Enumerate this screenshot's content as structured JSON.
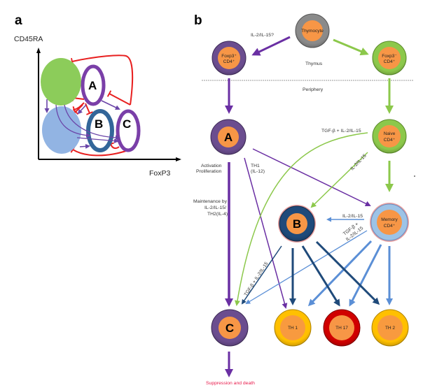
{
  "panel_a": {
    "label": "a",
    "y_axis_label": "CD45RA",
    "x_axis_label": "FoxP3",
    "populations": [
      {
        "id": "naive",
        "label": "",
        "fill": "#8ccc5a"
      },
      {
        "id": "memory",
        "label": "",
        "fill": "#92b4e3"
      },
      {
        "id": "A",
        "label": "A",
        "ring": "#7a3fa8"
      },
      {
        "id": "B",
        "label": "B",
        "ring": "#336699"
      },
      {
        "id": "C",
        "label": "C",
        "ring": "#7a3fa8"
      }
    ],
    "colors": {
      "inhibition": "#e82020",
      "conversion": "#6b45a8"
    }
  },
  "panel_b": {
    "label": "b",
    "compartments": {
      "upper": "Thymus",
      "lower": "Periphery"
    },
    "nodes": {
      "thymocyte": {
        "line1": "Thymocyte",
        "line2": ""
      },
      "foxp3_pos": {
        "line1": "Foxp3⁺",
        "line2": "CD4⁺"
      },
      "foxp3_neg": {
        "line1": "Foxp3⁻",
        "line2": "CD4⁺"
      },
      "A": {
        "label": "A"
      },
      "naive": {
        "line1": "Naive",
        "line2": "CD4⁺"
      },
      "B": {
        "label": "B"
      },
      "memory": {
        "line1": "Memory",
        "line2": "CD4⁺"
      },
      "C": {
        "label": "C"
      },
      "th1": {
        "label": "TH 1"
      },
      "th17": {
        "label": "TH 17"
      },
      "th2": {
        "label": "TH 2"
      }
    },
    "edge_labels": {
      "thymocyte_to_foxp3pos": "IL-2/IL-15?",
      "naive_to_c": "TGF-β + IL-2/IL-15",
      "naive_to_b": "IL-2/IL-15",
      "a_activation_1": "Activation",
      "a_activation_2": "Proliferation",
      "a_th1_1": "TH1",
      "a_th1_2": "(IL-12)",
      "maintenance_1": "Maintenance by",
      "maintenance_2": "IL-2/IL-15/",
      "maintenance_3": "TH2(IL-4)",
      "memory_to_b": "IL-2/IL-15",
      "memory_to_c_1": "TGF-β +",
      "memory_to_c_2": "IL-2/IL-15",
      "b_to_c": "TGF-β + IL-2/IL-15",
      "c_outcome": "Suppression and death"
    },
    "colors": {
      "purple": "#6a2fa3",
      "green": "#8cc84b",
      "dark_blue": "#1f4a7a",
      "light_blue": "#5b8fd6",
      "orange_core": "#f79646",
      "red_text": "#e8194a"
    }
  }
}
